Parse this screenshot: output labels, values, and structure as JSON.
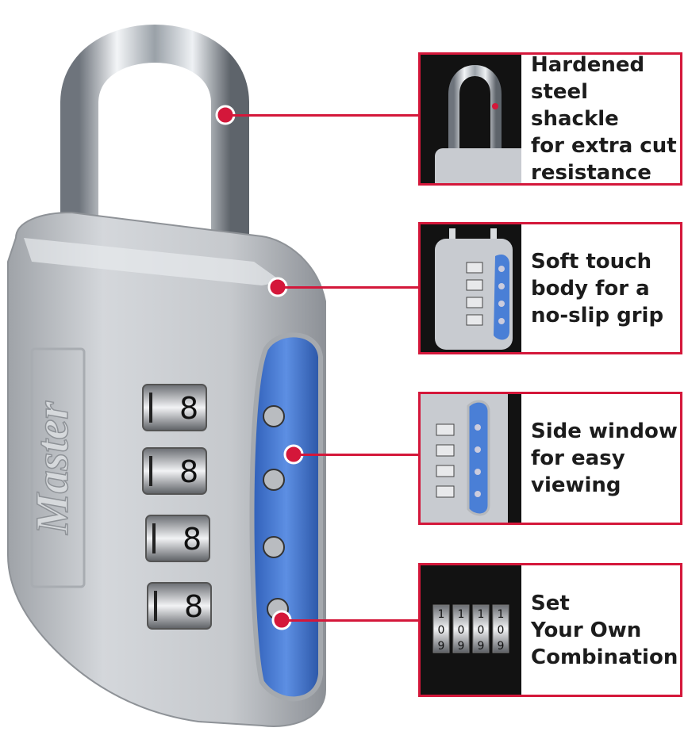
{
  "brand": {
    "embossed_text": "Master"
  },
  "lock": {
    "dials": [
      "8",
      "8",
      "8",
      "8"
    ],
    "accent_color": "#4a7fd6"
  },
  "callouts": [
    {
      "id": "shackle",
      "label": "Hardened\nsteel shackle\nfor extra cut\nresistance",
      "thumb_icon": "shackle-thumbnail-icon"
    },
    {
      "id": "body",
      "label": "Soft touch\nbody for a\nno-slip grip",
      "thumb_icon": "lock-body-thumbnail-icon"
    },
    {
      "id": "window",
      "label": "Side window\nfor easy\nviewing",
      "thumb_icon": "side-window-thumbnail-icon"
    },
    {
      "id": "combination",
      "label": "Set\nYour Own\nCombination",
      "thumb_icon": "combination-dials-thumbnail-icon",
      "dials": [
        [
          "1",
          "0",
          "9"
        ],
        [
          "1",
          "0",
          "9"
        ],
        [
          "1",
          "0",
          "9"
        ],
        [
          "1",
          "0",
          "9"
        ]
      ]
    }
  ],
  "colors": {
    "accent_red": "#d4173a",
    "panel_dark": "#121212",
    "lock_silver": "#c8cbd0",
    "window_blue": "#4a7fd6"
  }
}
